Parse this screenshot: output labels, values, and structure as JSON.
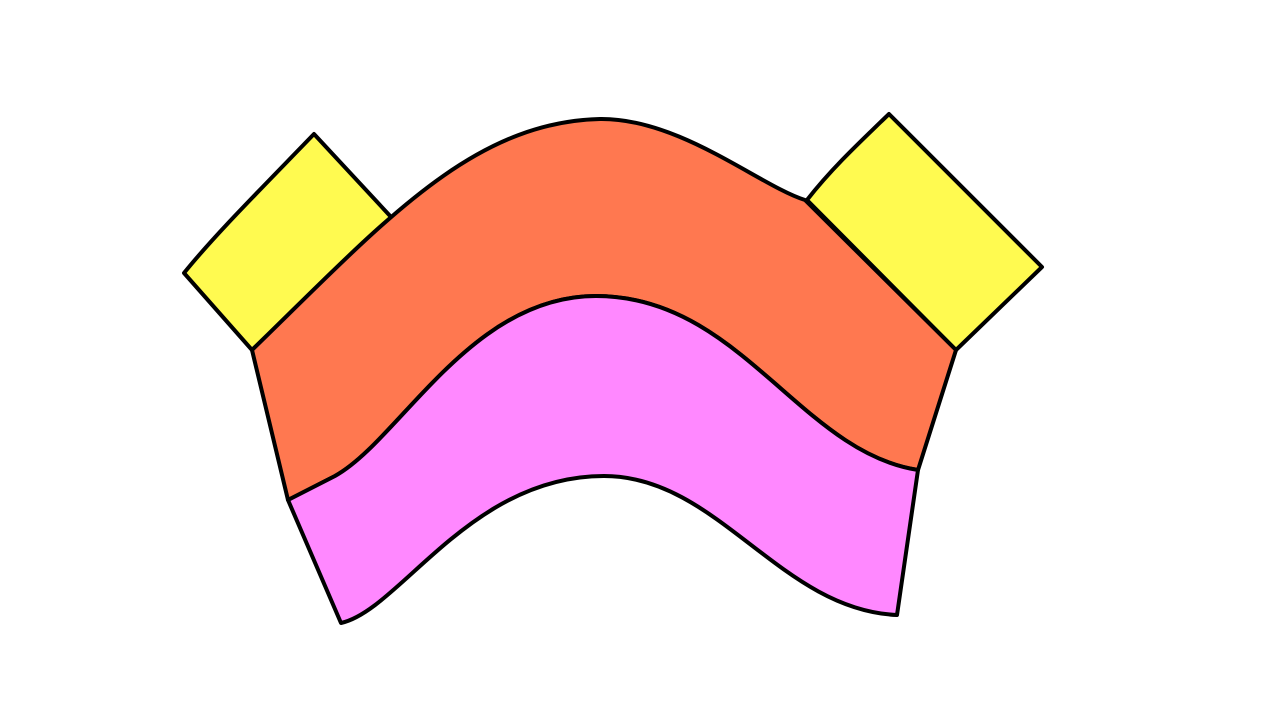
{
  "diagram": {
    "background": "#ffffff",
    "outline_color": "#000000",
    "shapes": [
      {
        "name": "left-yellow-square",
        "kind": "square",
        "fill": "#fffa50"
      },
      {
        "name": "right-yellow-square",
        "kind": "square",
        "fill": "#fffa50"
      },
      {
        "name": "orange-arch-band",
        "kind": "curved-band",
        "fill": "#ff7850"
      },
      {
        "name": "pink-arch-band",
        "kind": "curved-band",
        "fill": "#ff88ff"
      }
    ]
  }
}
